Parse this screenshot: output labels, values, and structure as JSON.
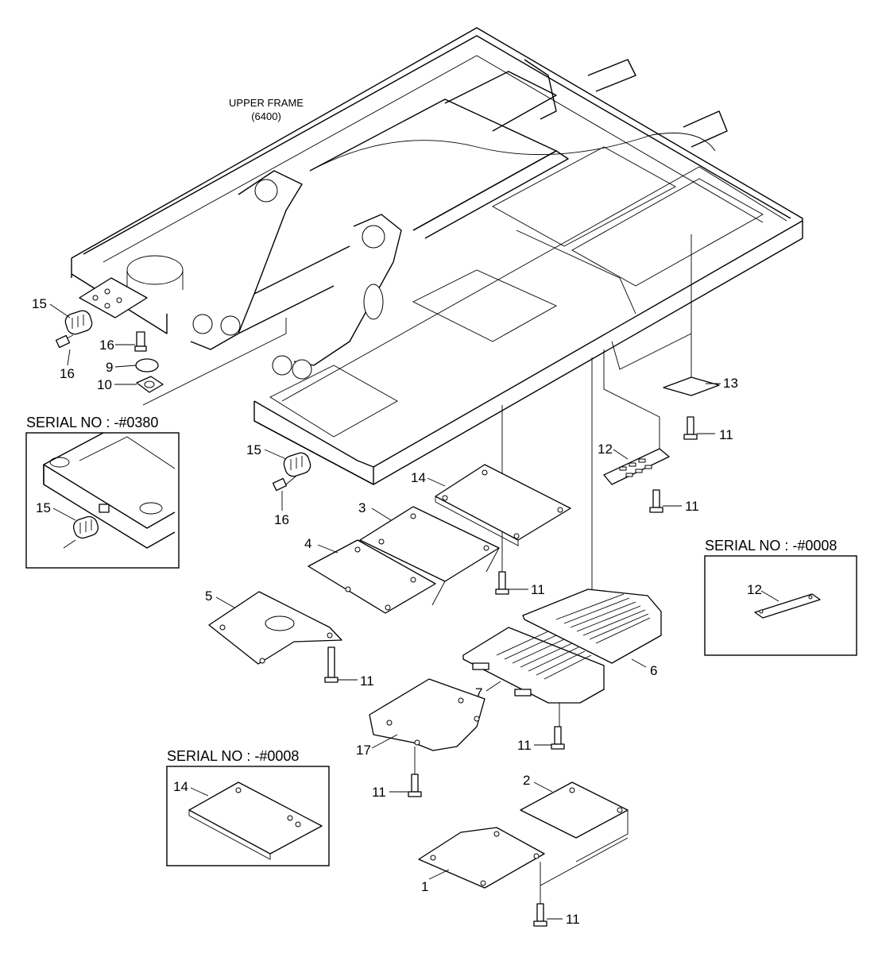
{
  "frame": {
    "title": "UPPER FRAME",
    "code": "(6400)"
  },
  "serial_boxes": {
    "left": "SERIAL NO : -#0380",
    "right": "SERIAL NO : -#0008",
    "bottom": "SERIAL NO : -#0008"
  },
  "callouts": {
    "c15a": "15",
    "c16a": "16",
    "c16b": "16",
    "c9": "9",
    "c10": "10",
    "c15b": "15",
    "c16c": "16",
    "c15c": "15",
    "c14a": "14",
    "c3": "3",
    "c4": "4",
    "c11a": "11",
    "c5": "5",
    "c11b": "11",
    "c12a": "12",
    "c11c": "11",
    "c13": "13",
    "c11d": "11",
    "c12b": "12",
    "c6": "6",
    "c7": "7",
    "c11e": "11",
    "c17": "17",
    "c11f": "11",
    "c14b": "14",
    "c2": "2",
    "c1": "1",
    "c11g": "11"
  }
}
